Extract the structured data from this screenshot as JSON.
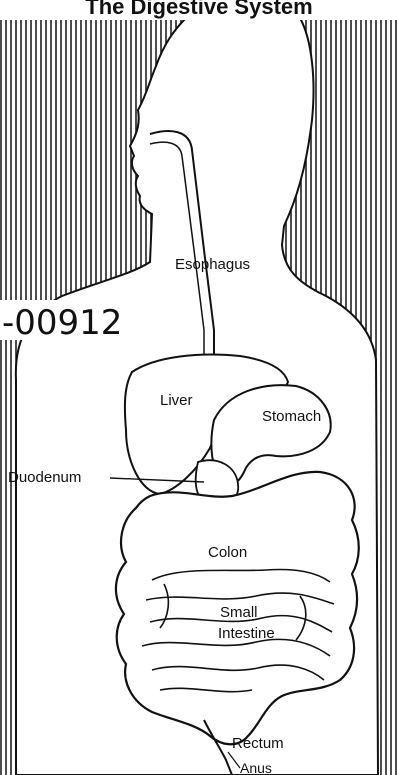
{
  "title": "The Digestive System",
  "handwritten_number": "-00912",
  "labels": {
    "esophagus": "Esophagus",
    "liver": "Liver",
    "stomach": "Stomach",
    "duodenum": "Duodenum",
    "colon": "Colon",
    "small_intestine_1": "Small",
    "small_intestine_2": "Intestine",
    "rectum": "Rectum",
    "anus": "Anus"
  },
  "colors": {
    "ink": "#111111",
    "paper": "#ffffff"
  }
}
